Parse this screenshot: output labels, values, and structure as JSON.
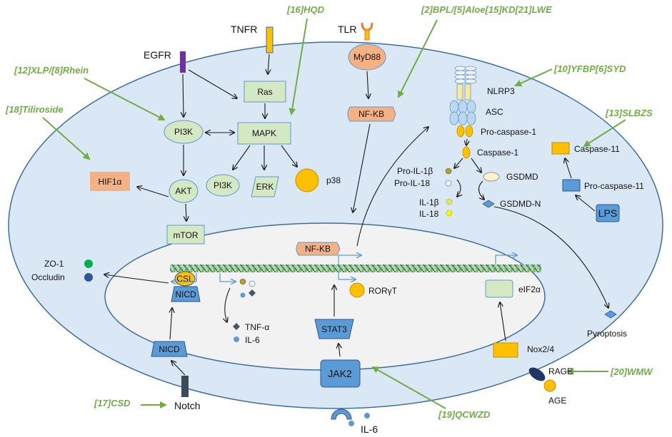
{
  "herbs": {
    "hqd": "[16]HQD",
    "bpl": "[2]BPL/[5]Aloe[15]KD[21]LWE",
    "xlp": "[12]XLP/[8]Rhein",
    "tiliroside": "[18]Tiliroside",
    "yfbp": "[10]YFBP[6]SYD",
    "slbzs": "[13]SLBZS",
    "wmw": "[20]WMW",
    "qcwzd": "[19]QCWZD",
    "csd": "[17]CSD"
  },
  "receptors": {
    "tnfr": "TNFR",
    "tlr": "TLR",
    "egfr": "EGFR",
    "notch": "Notch",
    "rage": "RAGE",
    "age": "AGE",
    "il6_outer": "IL-6"
  },
  "cytoplasm": {
    "myd88": "MyD88",
    "ras": "Ras",
    "nfkb": "NF-KB",
    "pi3k": "PI3K",
    "mapk": "MAPK",
    "pi3k2": "PI3K",
    "erk": "ERK",
    "p38": "p38",
    "hif1a": "HIF1α",
    "akt": "AKT",
    "mtor": "mTOR",
    "nicd_outer": "NICD",
    "jak2": "JAK2",
    "nox24": "Nox2/4",
    "zo1": "ZO-1",
    "occludin": "Occludin"
  },
  "inflammasome": {
    "nlrp3": "NLRP3",
    "asc": "ASC",
    "pro_casp1": "Pro-caspase-1",
    "casp1": "Caspase-1",
    "pro_il1b": "Pro-IL-1β",
    "pro_il18": "Pro-IL-18",
    "gsdmd": "GSDMD",
    "il1b": "IL-1β",
    "il18": "IL-18",
    "gsdmd_n": "GSDMD-N",
    "casp11": "Caspase-11",
    "pro_casp11": "Pro-caspase-11",
    "lps": "LPS",
    "pyroptosis": "Pyroptosis"
  },
  "nucleus": {
    "nfkb": "NF-KB",
    "csl": "CSL",
    "nicd": "NICD",
    "tnfa": "TNF-α",
    "il6": "IL-6",
    "stat3": "STAT3",
    "roryt": "RORγT",
    "eif2a": "eIF2α"
  },
  "colors": {
    "cell_fill": "#dae8f5",
    "cell_stroke": "#3c6e9e",
    "nucleus_fill": "#f2f2f2",
    "node_green": "#d4e8c4",
    "node_blue": "#5b9bd5",
    "node_orange": "#f4b183",
    "gold": "#ffc000",
    "herb_green": "#70ad47"
  }
}
